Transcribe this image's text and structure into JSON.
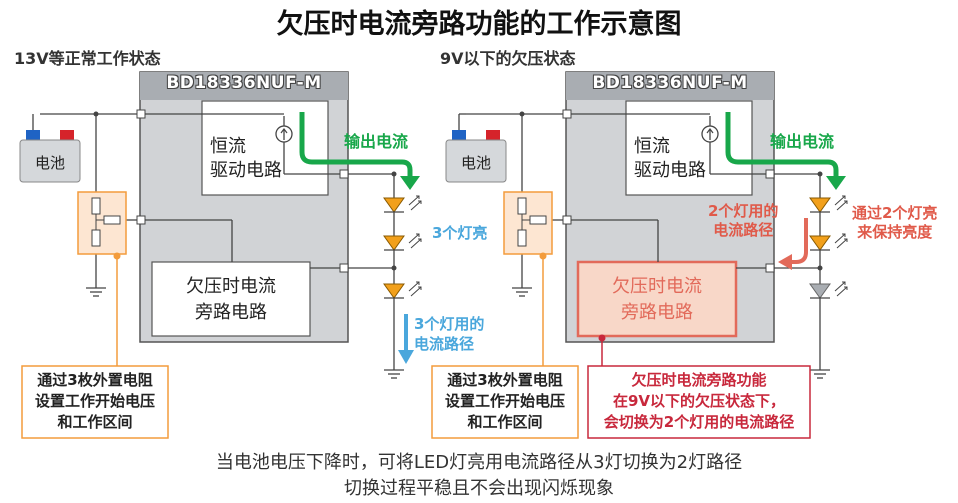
{
  "title": "欠压时电流旁路功能的工作示意图",
  "left": {
    "panel_title": "13V等正常工作状态",
    "chip_name": "BD18336NUF-M",
    "cc_line1": "恒流",
    "cc_line2": "驱动电路",
    "battery_label": "电池",
    "output_label": "输出电流",
    "lit_label": "3个灯亮",
    "path_line1": "3个灯用的",
    "path_line2": "电流路径",
    "bypass_line1": "欠压时电流",
    "bypass_line2": "旁路电路",
    "note_line1": "通过3枚外置电阻",
    "note_line2": "设置工作开始电压",
    "note_line3": "和工作区间"
  },
  "right": {
    "panel_title": "9V以下的欠压状态",
    "chip_name": "BD18336NUF-M",
    "cc_line1": "恒流",
    "cc_line2": "驱动电路",
    "battery_label": "电池",
    "output_label": "输出电流",
    "path_line1": "2个灯用的",
    "path_line2": "电流路径",
    "keep_line1": "通过2个灯亮",
    "keep_line2": "来保持亮度",
    "bypass_line1": "欠压时电流",
    "bypass_line2": "旁路电路",
    "note_line1": "通过3枚外置电阻",
    "note_line2": "设置工作开始电压",
    "note_line3": "和工作区间",
    "func_line1": "欠压时电流旁路功能",
    "func_line2": "在9V以下的欠压状态下，",
    "func_line3": "会切换为2个灯用的电流路径"
  },
  "footer_line1": "当电池电压下降时，可将LED灯亮用电流路径从3灯切换为2灯路径",
  "footer_line2": "切换过程平稳且不会出现闪烁现象",
  "colors": {
    "chip_fill": "#d1d3d6",
    "led_lit": "#f2a01b",
    "led_off": "#a9adb2",
    "green_arrow": "#18a74a",
    "blue_arrow": "#4aa7dc",
    "red_arrow": "#e26a5a",
    "orange_box": "#f39c3c"
  }
}
